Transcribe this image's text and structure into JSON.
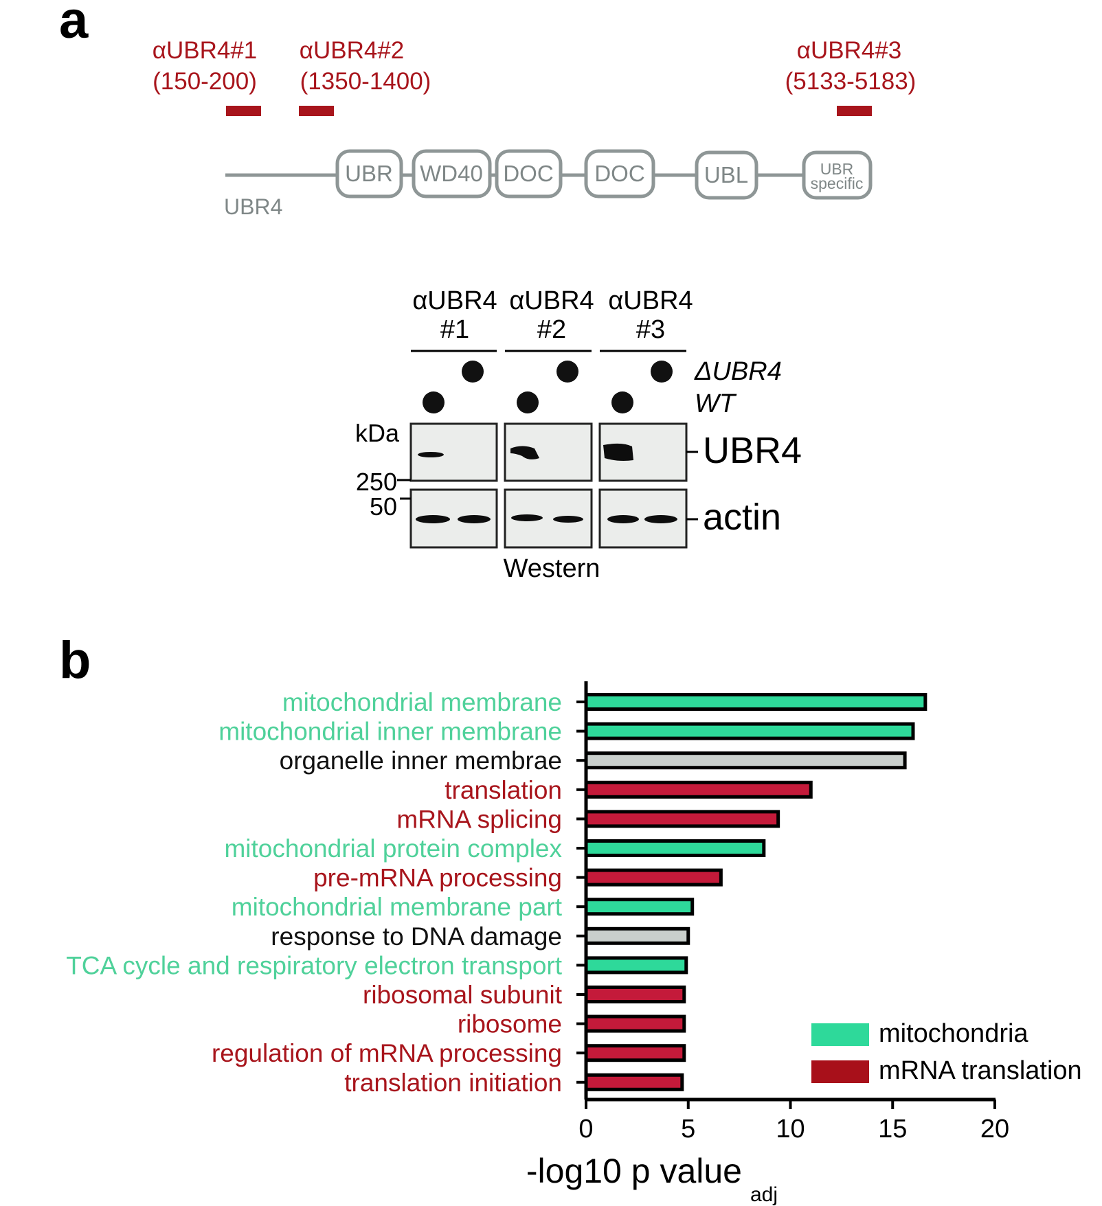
{
  "panel_a": {
    "label": "a",
    "antibodies": [
      {
        "name": "αUBR4#1",
        "range": "(150-200)"
      },
      {
        "name": "αUBR4#2",
        "range": "(1350-1400)"
      },
      {
        "name": "αUBR4#3",
        "range": "(5133-5183)"
      }
    ],
    "protein_name": "UBR4",
    "domains": [
      "UBR",
      "WD40",
      "DOC",
      "DOC",
      "UBL"
    ],
    "domain_last_line1": "UBR",
    "domain_last_line2": "specific",
    "blot": {
      "groups": [
        {
          "line1": "αUBR4",
          "line2": "#1"
        },
        {
          "line1": "αUBR4",
          "line2": "#2"
        },
        {
          "line1": "αUBR4",
          "line2": "#3"
        }
      ],
      "row_labels": [
        "ΔUBR4",
        "WT"
      ],
      "kda_label": "kDa",
      "markers": [
        "250",
        "50"
      ],
      "band_labels": [
        "UBR4",
        "actin"
      ],
      "caption": "Western"
    }
  },
  "panel_b": {
    "label": "b",
    "legend": [
      {
        "name": "mitochondria",
        "color": "#2ed99a"
      },
      {
        "name": "mRNA translation",
        "color": "#a8101a"
      }
    ],
    "x_axis_main": "-log10 p value",
    "x_axis_sub": "adj"
  },
  "colors": {
    "antibody_red": "#a8151c",
    "mito_text": "#4fd19a",
    "mito_bar": "#2ed99a",
    "mrna_text": "#a8151c",
    "mrna_bar": "#c41a3a",
    "other_bar": "#c9cfcc",
    "gray_line": "#8e9696"
  },
  "chart_data": {
    "type": "bar",
    "orientation": "horizontal",
    "categories": [
      "mitochondrial membrane",
      "mitochondrial inner membrane",
      "organelle inner membrae",
      "translation",
      "mRNA splicing",
      "mitochondrial protein complex",
      "pre-mRNA processing",
      "mitochondrial membrane part",
      "response to DNA damage",
      "TCA cycle and respiratory electron transport",
      "ribosomal subunit",
      "ribosome",
      "regulation of mRNA processing",
      "translation initiation"
    ],
    "values": [
      16.6,
      16.0,
      15.6,
      11.0,
      9.4,
      8.7,
      6.6,
      5.2,
      5.0,
      4.9,
      4.8,
      4.8,
      4.8,
      4.7
    ],
    "groups": [
      "mitochondria",
      "mitochondria",
      "other",
      "mRNA translation",
      "mRNA translation",
      "mitochondria",
      "mRNA translation",
      "mitochondria",
      "other",
      "mitochondria",
      "mRNA translation",
      "mRNA translation",
      "mRNA translation",
      "mRNA translation"
    ],
    "xlabel": "-log10 p value adj",
    "xlim": [
      0,
      20
    ],
    "xticks": [
      "0",
      "5",
      "10",
      "15",
      "20"
    ],
    "grid": false,
    "legend_position": "bottom-right"
  }
}
